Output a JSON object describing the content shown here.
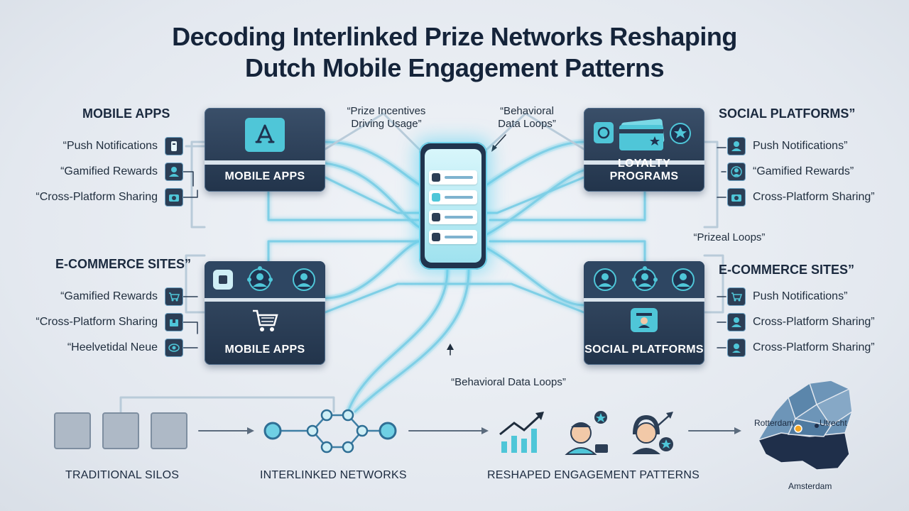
{
  "title": {
    "line1": "Decoding Interlinked Prize Networks Reshaping",
    "line2": "Dutch Mobile Engagement Patterns"
  },
  "top_left": {
    "label": "MOBILE APPS",
    "items": [
      "“Push Notifications",
      "“Gamified Rewards",
      "“Cross-Platform Sharing"
    ]
  },
  "top_right": {
    "label": "SOCIAL PLATFORMS”",
    "items": [
      "Push Notifications”",
      "“Gamified Rewards”",
      "Cross-Platform Sharing”"
    ]
  },
  "mid_left": {
    "label": "E-COMMERCE SITES”",
    "items": [
      "“Gamified Rewards",
      "“Cross-Platform Sharing",
      "“Heelvetidal Neue"
    ]
  },
  "mid_right": {
    "label": "E-COMMERCE SITES”",
    "items": [
      "Push Notifications”",
      "Cross-Platform Sharing”",
      "Cross-Platform Sharing”"
    ]
  },
  "hubs": {
    "top_left": "MOBILE APPS",
    "top_right": "LOYALTY PROGRAMS",
    "mid_left": "MOBILE APPS",
    "mid_right": "SOCIAL PLATFORMS"
  },
  "annotations": {
    "prize_incentives": "“Prize Incentives Driving Usage”",
    "behavioral_top": "“Behavioral Data Loops”",
    "prizeal_loops": "“Prizeal Loops”",
    "behavioral_bottom": "“Behavioral Data Loops”"
  },
  "bottom": {
    "traditional": "TRADITIONAL SILOS",
    "interlinked": "INTERLINKED NETWORKS",
    "reshaped": "RESHAPED ENGAGEMENT PATTERNS"
  },
  "map": {
    "rotterdam": "Rotterdam",
    "utrecht": "Utrecht",
    "amsterdam": "Amsterdam"
  },
  "colors": {
    "accent": "#4fc6d8",
    "dark": "#22344b",
    "wire": "#8fd3ea"
  },
  "icons": [
    "app-store-icon",
    "phone-icon",
    "person-icon",
    "cart-icon",
    "card-icon",
    "star-icon",
    "trend-up-icon",
    "map-icon"
  ]
}
